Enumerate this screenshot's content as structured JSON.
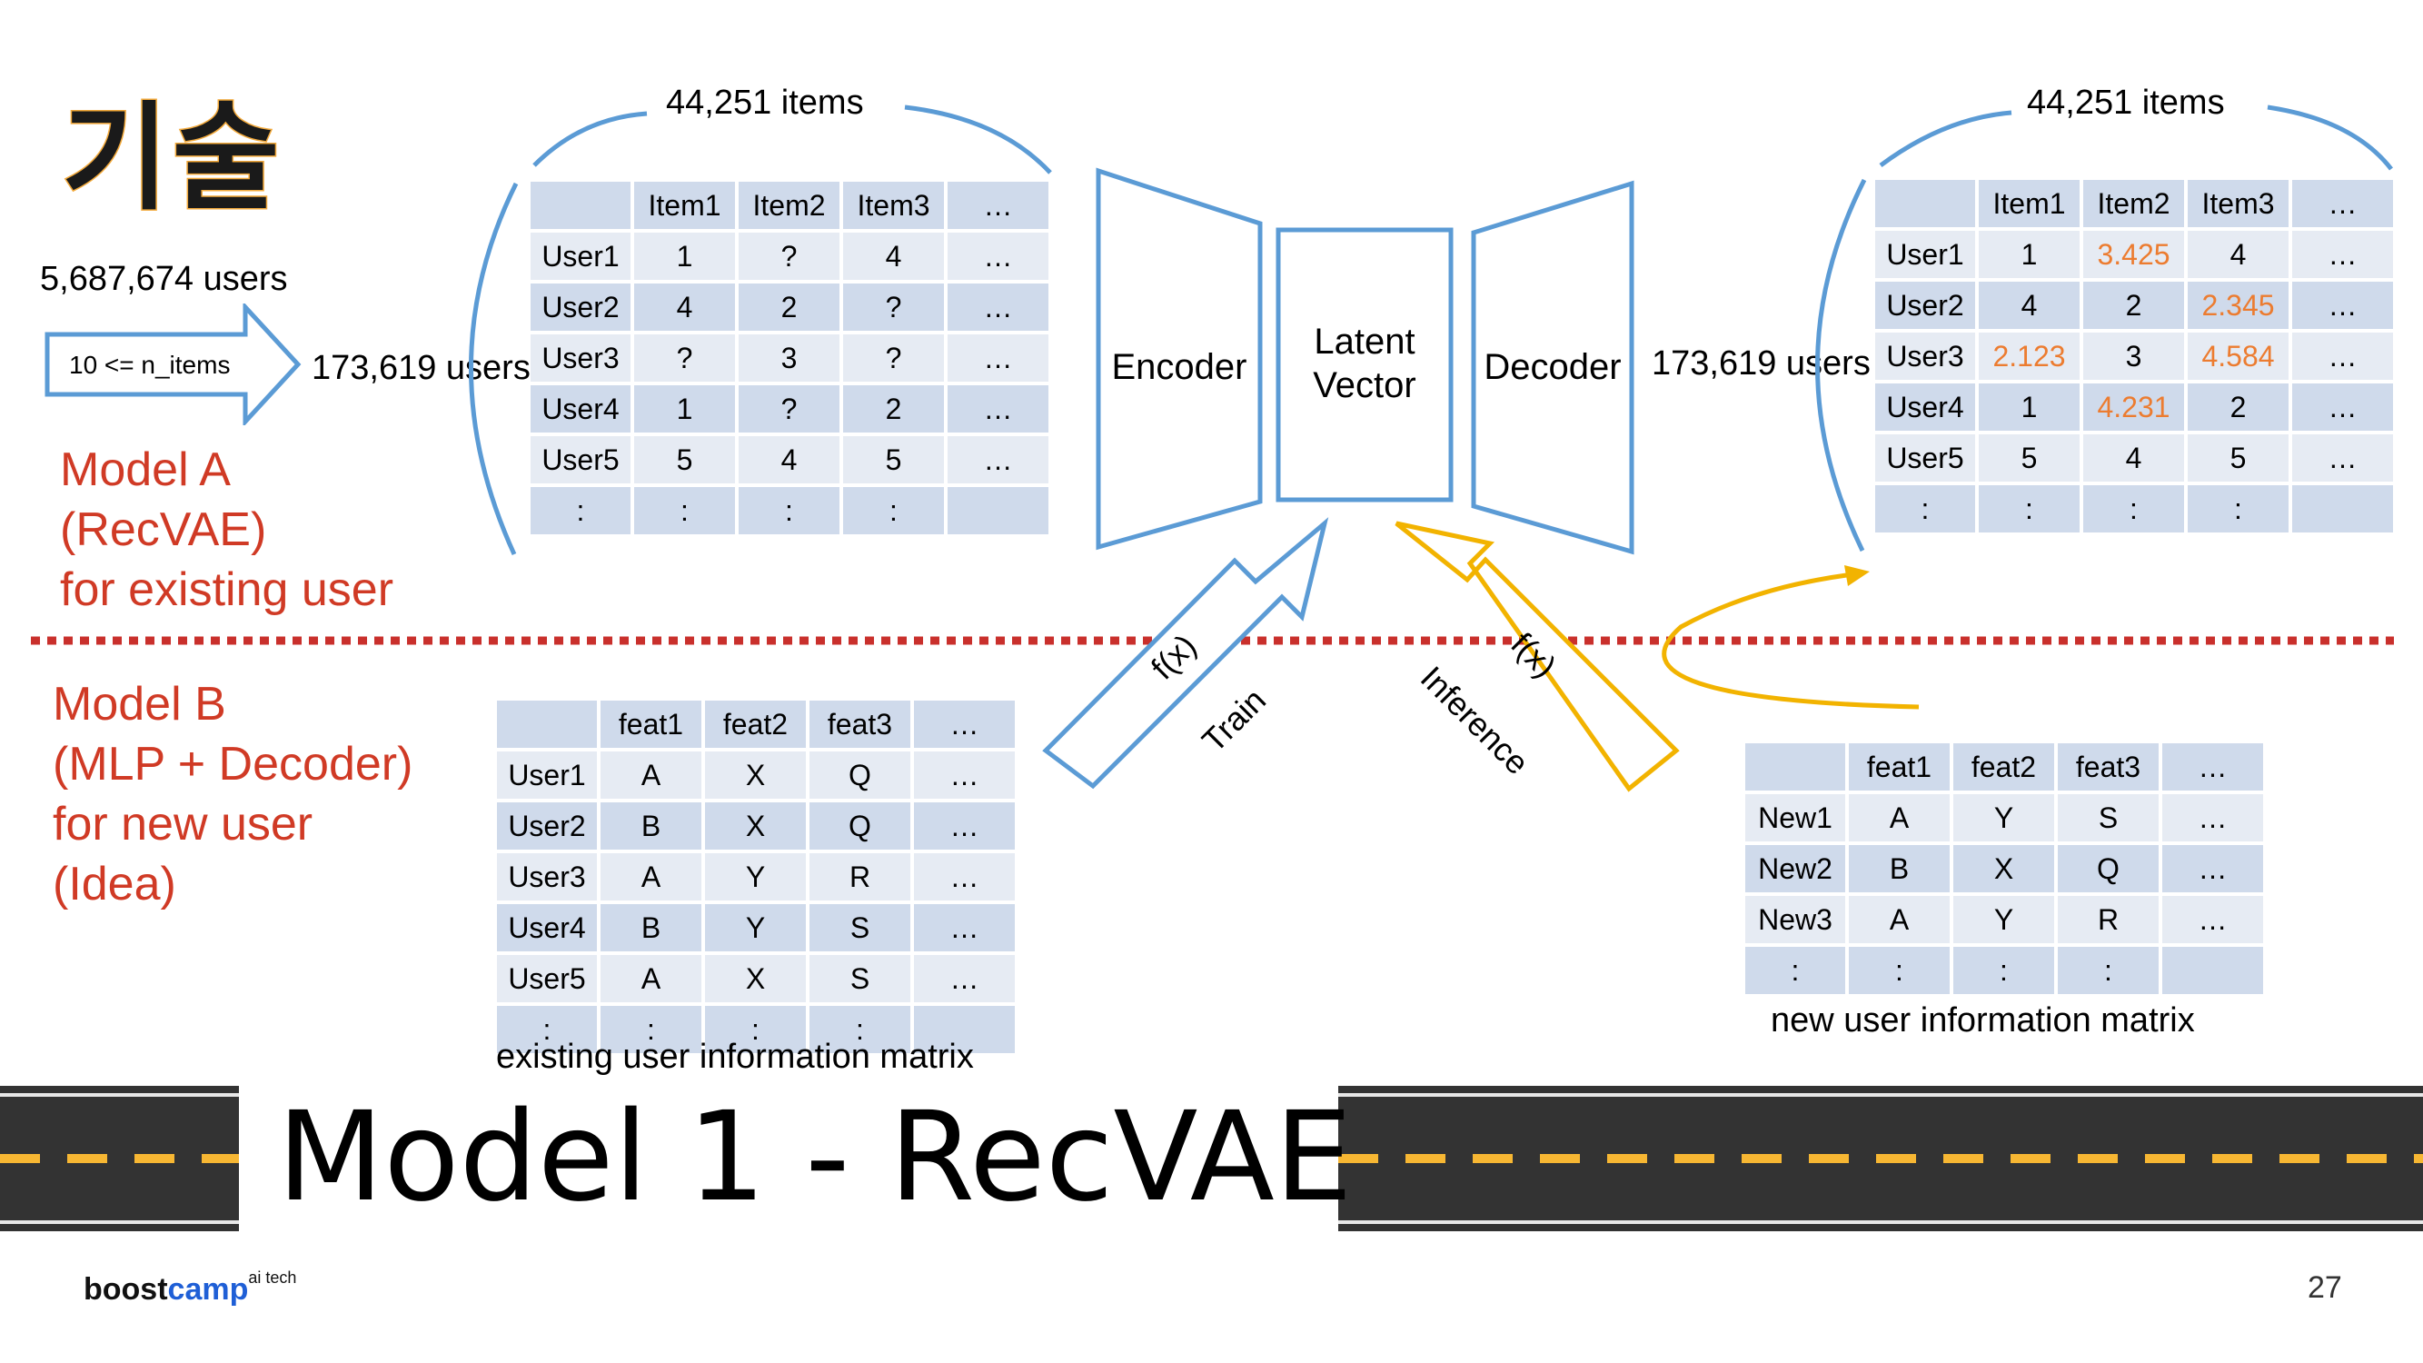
{
  "title": "기술",
  "left_count_top": "44,251 items",
  "right_count_top": "44,251 items",
  "total_users": "5,687,674 users",
  "filter_label": "10 <= n_items",
  "filtered_users_left": "173,619 users",
  "filtered_users_right": "173,619 users",
  "model_a": [
    "Model A",
    "(RecVAE)",
    "for existing user"
  ],
  "model_b": [
    "Model B",
    "(MLP + Decoder)",
    "for new user",
    "(Idea)"
  ],
  "encoder_label": "Encoder",
  "latent_label": [
    "Latent",
    "Vector"
  ],
  "decoder_label": "Decoder",
  "train_arrow": {
    "fx": "f(x)",
    "label": "Train"
  },
  "inference_arrow": {
    "fx": "f(x)",
    "label": "Inference"
  },
  "input_matrix": {
    "header": [
      "",
      "Item1",
      "Item2",
      "Item3",
      "…"
    ],
    "rows": [
      [
        "User1",
        "1",
        "?",
        "4",
        "…"
      ],
      [
        "User2",
        "4",
        "2",
        "?",
        "…"
      ],
      [
        "User3",
        "?",
        "3",
        "?",
        "…"
      ],
      [
        "User4",
        "1",
        "?",
        "2",
        "…"
      ],
      [
        "User5",
        "5",
        "4",
        "5",
        "…"
      ],
      [
        ":",
        ":",
        ":",
        ":",
        ""
      ]
    ]
  },
  "output_matrix": {
    "header": [
      "",
      "Item1",
      "Item2",
      "Item3",
      "…"
    ],
    "rows": [
      [
        "User1",
        "1",
        "3.425",
        "4",
        "…"
      ],
      [
        "User2",
        "4",
        "2",
        "2.345",
        "…"
      ],
      [
        "User3",
        "2.123",
        "3",
        "4.584",
        "…"
      ],
      [
        "User4",
        "1",
        "4.231",
        "2",
        "…"
      ],
      [
        "User5",
        "5",
        "4",
        "5",
        "…"
      ],
      [
        ":",
        ":",
        ":",
        ":",
        ""
      ]
    ],
    "highlighted": [
      [
        0,
        2
      ],
      [
        1,
        3
      ],
      [
        2,
        1
      ],
      [
        2,
        3
      ],
      [
        3,
        2
      ]
    ]
  },
  "existing_matrix": {
    "header": [
      "",
      "feat1",
      "feat2",
      "feat3",
      "…"
    ],
    "rows": [
      [
        "User1",
        "A",
        "X",
        "Q",
        "…"
      ],
      [
        "User2",
        "B",
        "X",
        "Q",
        "…"
      ],
      [
        "User3",
        "A",
        "Y",
        "R",
        "…"
      ],
      [
        "User4",
        "B",
        "Y",
        "S",
        "…"
      ],
      [
        "User5",
        "A",
        "X",
        "S",
        "…"
      ],
      [
        ":",
        ":",
        ":",
        ":",
        ""
      ]
    ],
    "caption": "existing user information matrix"
  },
  "new_matrix": {
    "header": [
      "",
      "feat1",
      "feat2",
      "feat3",
      "…"
    ],
    "rows": [
      [
        "New1",
        "A",
        "Y",
        "S",
        "…"
      ],
      [
        "New2",
        "B",
        "X",
        "Q",
        "…"
      ],
      [
        "New3",
        "A",
        "Y",
        "R",
        "…"
      ],
      [
        ":",
        ":",
        ":",
        ":",
        ""
      ]
    ],
    "caption": "new user information matrix"
  },
  "slide_title": "Model 1 - RecVAE",
  "logo": {
    "part1": "boost",
    "part2": "camp",
    "sup": "ai tech"
  },
  "page_number": "27",
  "colors": {
    "red_text": "#d03a25",
    "blue": "#5b9bd5",
    "yellow": "#f2b300",
    "orange_value": "#ec7c30",
    "dotted_line": "#c9302c"
  }
}
